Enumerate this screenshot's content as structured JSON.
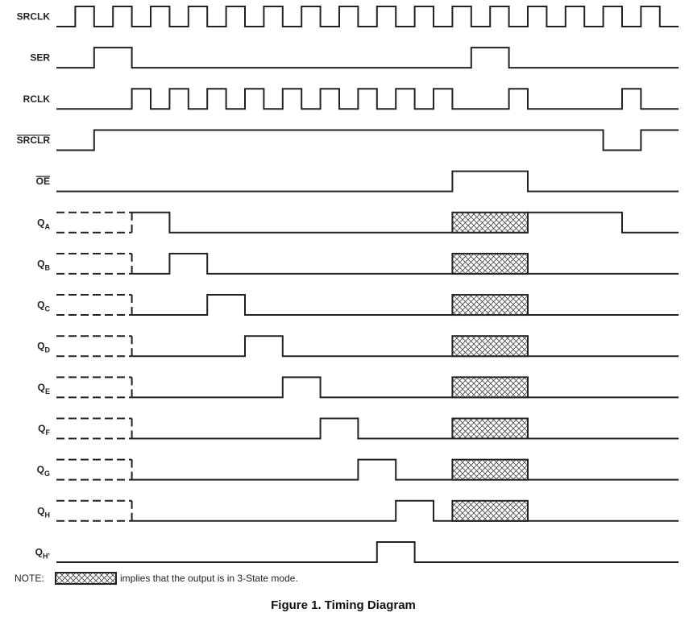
{
  "signals": [
    {
      "id": "srclk",
      "label": "SRCLK",
      "overline": false,
      "transitions": [
        [
          0,
          0
        ],
        [
          1,
          1
        ],
        [
          2,
          0
        ],
        [
          3,
          1
        ],
        [
          4,
          0
        ],
        [
          5,
          1
        ],
        [
          6,
          0
        ],
        [
          7,
          1
        ],
        [
          8,
          0
        ],
        [
          9,
          1
        ],
        [
          10,
          0
        ],
        [
          11,
          1
        ],
        [
          12,
          0
        ],
        [
          13,
          1
        ],
        [
          14,
          0
        ],
        [
          15,
          1
        ],
        [
          16,
          0
        ],
        [
          17,
          1
        ],
        [
          18,
          0
        ],
        [
          19,
          1
        ],
        [
          20,
          0
        ],
        [
          21,
          1
        ],
        [
          22,
          0
        ],
        [
          23,
          1
        ],
        [
          24,
          0
        ],
        [
          25,
          1
        ],
        [
          26,
          0
        ],
        [
          27,
          1
        ],
        [
          28,
          0
        ],
        [
          29,
          1
        ],
        [
          30,
          0
        ],
        [
          31,
          1
        ],
        [
          32,
          0
        ]
      ]
    },
    {
      "id": "ser",
      "label": "SER",
      "overline": false,
      "transitions": [
        [
          0,
          0
        ],
        [
          2,
          1
        ],
        [
          4,
          0
        ],
        [
          22,
          1
        ],
        [
          24,
          0
        ]
      ]
    },
    {
      "id": "rclk",
      "label": "RCLK",
      "overline": false,
      "transitions": [
        [
          0,
          0
        ],
        [
          4,
          1
        ],
        [
          5,
          0
        ],
        [
          6,
          1
        ],
        [
          7,
          0
        ],
        [
          8,
          1
        ],
        [
          9,
          0
        ],
        [
          10,
          1
        ],
        [
          11,
          0
        ],
        [
          12,
          1
        ],
        [
          13,
          0
        ],
        [
          14,
          1
        ],
        [
          15,
          0
        ],
        [
          16,
          1
        ],
        [
          17,
          0
        ],
        [
          18,
          1
        ],
        [
          19,
          0
        ],
        [
          20,
          1
        ],
        [
          21,
          0
        ],
        [
          24,
          1
        ],
        [
          25,
          0
        ],
        [
          30,
          1
        ],
        [
          31,
          0
        ]
      ]
    },
    {
      "id": "srclr",
      "label": "SRCLR",
      "overline": true,
      "transitions": [
        [
          0,
          0
        ],
        [
          2,
          1
        ],
        [
          29,
          0
        ],
        [
          31,
          1
        ]
      ]
    },
    {
      "id": "oe",
      "label": "OE",
      "overline": true,
      "transitions": [
        [
          0,
          0
        ],
        [
          21,
          1
        ],
        [
          25,
          0
        ]
      ]
    },
    {
      "id": "qa",
      "label": "Q",
      "sub": "A",
      "overline": false,
      "unknown_until": 4,
      "hiz": [
        21,
        25
      ],
      "transitions": [
        [
          4,
          1
        ],
        [
          6,
          0
        ],
        [
          25,
          1
        ],
        [
          30,
          0
        ]
      ]
    },
    {
      "id": "qb",
      "label": "Q",
      "sub": "B",
      "overline": false,
      "unknown_until": 4,
      "hiz": [
        21,
        25
      ],
      "transitions": [
        [
          4,
          0
        ],
        [
          6,
          1
        ],
        [
          8,
          0
        ]
      ]
    },
    {
      "id": "qc",
      "label": "Q",
      "sub": "C",
      "overline": false,
      "unknown_until": 4,
      "hiz": [
        21,
        25
      ],
      "transitions": [
        [
          4,
          0
        ],
        [
          8,
          1
        ],
        [
          10,
          0
        ]
      ]
    },
    {
      "id": "qd",
      "label": "Q",
      "sub": "D",
      "overline": false,
      "unknown_until": 4,
      "hiz": [
        21,
        25
      ],
      "transitions": [
        [
          4,
          0
        ],
        [
          10,
          1
        ],
        [
          12,
          0
        ]
      ]
    },
    {
      "id": "qe",
      "label": "Q",
      "sub": "E",
      "overline": false,
      "unknown_until": 4,
      "hiz": [
        21,
        25
      ],
      "transitions": [
        [
          4,
          0
        ],
        [
          12,
          1
        ],
        [
          14,
          0
        ]
      ]
    },
    {
      "id": "qf",
      "label": "Q",
      "sub": "F",
      "overline": false,
      "unknown_until": 4,
      "hiz": [
        21,
        25
      ],
      "transitions": [
        [
          4,
          0
        ],
        [
          14,
          1
        ],
        [
          16,
          0
        ]
      ]
    },
    {
      "id": "qg",
      "label": "Q",
      "sub": "G",
      "overline": false,
      "unknown_until": 4,
      "hiz": [
        21,
        25
      ],
      "transitions": [
        [
          4,
          0
        ],
        [
          16,
          1
        ],
        [
          18,
          0
        ]
      ]
    },
    {
      "id": "qh",
      "label": "Q",
      "sub": "H",
      "overline": false,
      "unknown_until": 4,
      "hiz": [
        21,
        25
      ],
      "transitions": [
        [
          4,
          0
        ],
        [
          18,
          1
        ],
        [
          20,
          0
        ]
      ]
    },
    {
      "id": "qh_prime",
      "label": "Q",
      "sub": "H’",
      "overline": false,
      "transitions": [
        [
          0,
          0
        ],
        [
          17,
          1
        ],
        [
          19,
          0
        ]
      ]
    }
  ],
  "time_end": 33,
  "note": {
    "prefix": "NOTE:",
    "text": "implies that the output is in 3-State mode."
  },
  "caption": "Figure 1.  Timing Diagram",
  "colors": {
    "line": "#222222",
    "background": "#ffffff"
  }
}
